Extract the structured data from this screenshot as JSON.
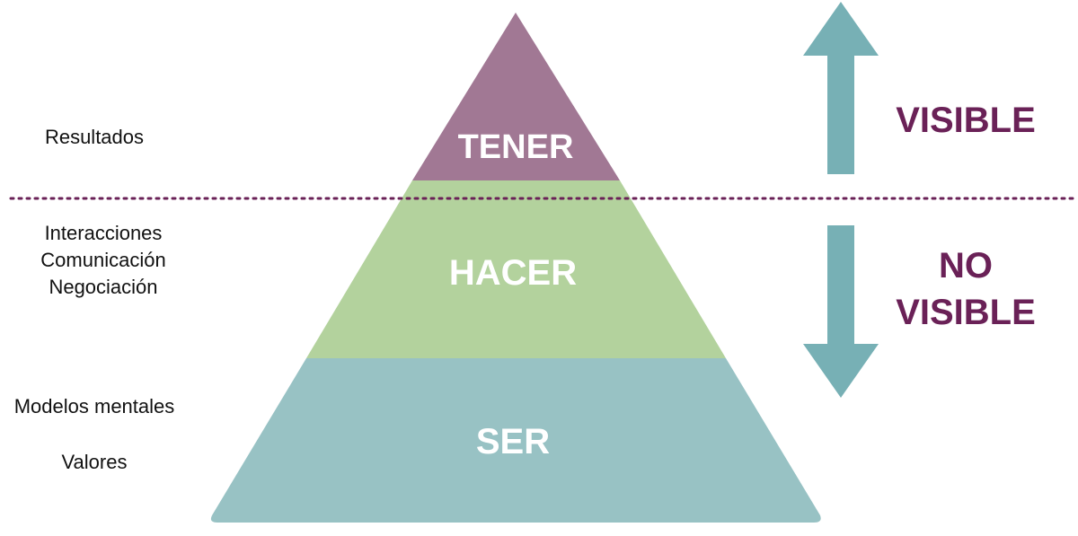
{
  "pyramid": {
    "levels": [
      {
        "label": "TENER",
        "color": "#A17894"
      },
      {
        "label": "HACER",
        "color": "#B3D29D"
      },
      {
        "label": "SER",
        "color": "#98C2C4"
      }
    ]
  },
  "left_labels": {
    "tener": "Resultados",
    "hacer": [
      "Interacciones",
      "Comunicación",
      "Negociación"
    ],
    "ser": [
      "Modelos mentales",
      "Valores"
    ]
  },
  "right_labels": {
    "visible": "VISIBLE",
    "no_visible": [
      "NO",
      "VISIBLE"
    ]
  },
  "colors": {
    "arrow": "#77B0B5",
    "status_text": "#6A2157",
    "divider": "#6A2157",
    "level_text": "#FFFFFF"
  },
  "icons": {
    "up_arrow": "arrow-up-icon",
    "down_arrow": "arrow-down-icon"
  }
}
